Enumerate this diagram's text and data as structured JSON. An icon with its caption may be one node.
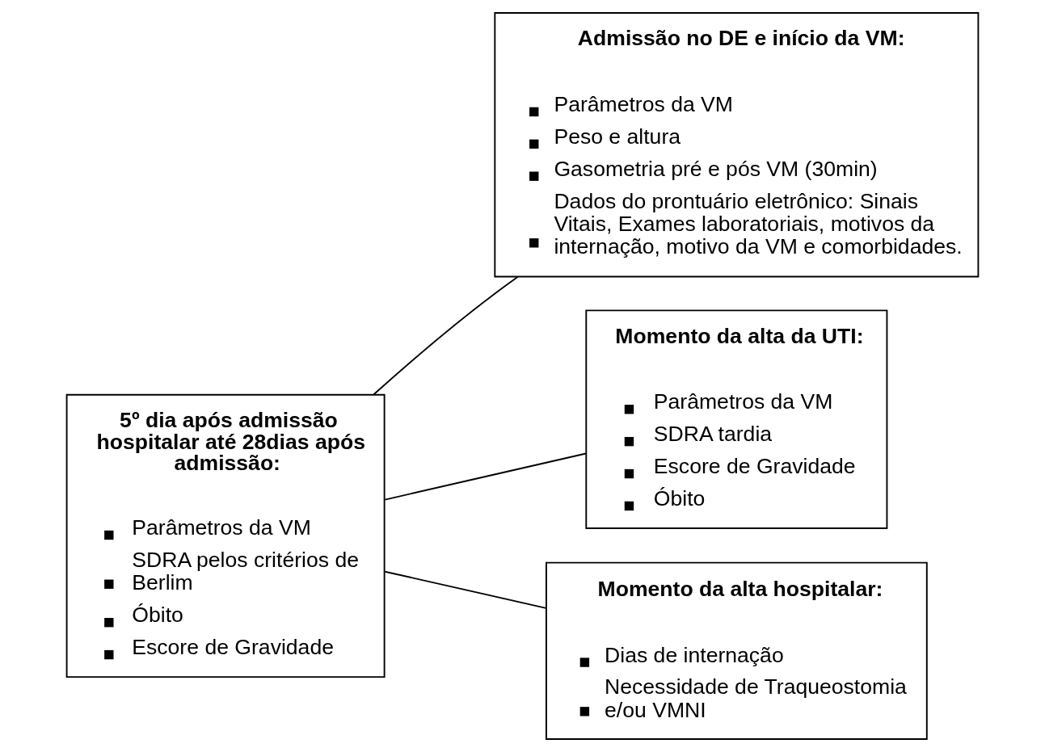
{
  "diagram": {
    "nodes": [
      {
        "text": [
          "Admissão no DE e início da VM:",
          "Parâmetros da VM",
          "Peso e altura",
          "Gasometria pré e pós VM (30min)",
          "Dados do prontuário eletrônico: Sinais Vitais, Exames laboratoriais, motivos da internação, motivo da VM e comorbidades."
        ]
      },
      {
        "text": [
          "5º dia após admissão hospitalar até 28dias após admissão:",
          "Parâmetros da VM",
          "SDRA pelos critérios de Berlim",
          "Óbito",
          "Escore de Gravidade"
        ]
      },
      {
        "text": [
          "Momento da alta da UTI:",
          "Parâmetros da VM",
          "SDRA tardia",
          "Escore de Gravidade",
          "Óbito"
        ]
      },
      {
        "text": [
          "Momento da alta hospitalar:",
          "Dias de internação",
          "Necessidade de Traqueostomia e/ou VMNI"
        ]
      }
    ],
    "edges": [
      {
        "from": 0,
        "to": 1,
        "arrow": "none"
      },
      {
        "from": 1,
        "to": 2,
        "arrow": "none"
      },
      {
        "from": 1,
        "to": 3,
        "arrow": "none"
      }
    ]
  }
}
